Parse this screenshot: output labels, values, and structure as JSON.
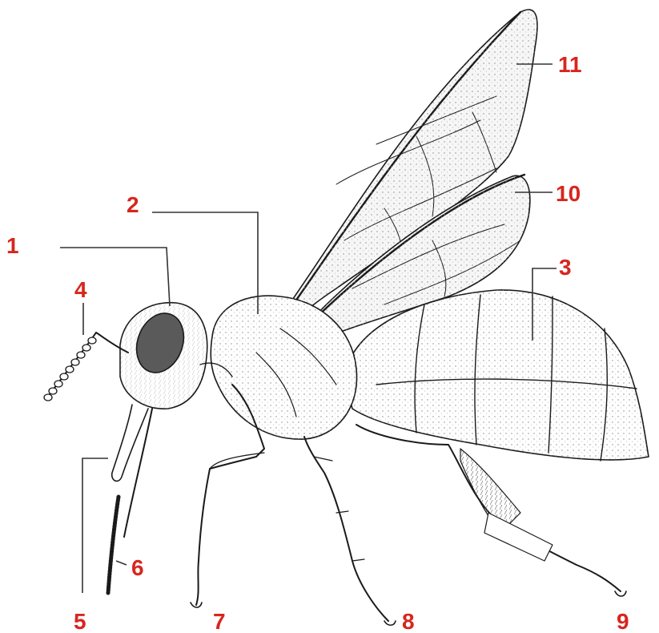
{
  "colors": {
    "label": "#d7261e",
    "ink": "#1a1a1a",
    "leader": "#333333",
    "wing_fill": "#f6f6f6",
    "eye_fill": "#5a5a5a"
  },
  "labels": [
    {
      "id": "1",
      "text": "1"
    },
    {
      "id": "2",
      "text": "2"
    },
    {
      "id": "3",
      "text": "3"
    },
    {
      "id": "4",
      "text": "4"
    },
    {
      "id": "5",
      "text": "5"
    },
    {
      "id": "6",
      "text": "6"
    },
    {
      "id": "7",
      "text": "7"
    },
    {
      "id": "8",
      "text": "8"
    },
    {
      "id": "9",
      "text": "9"
    },
    {
      "id": "10",
      "text": "10"
    },
    {
      "id": "11",
      "text": "11"
    }
  ]
}
